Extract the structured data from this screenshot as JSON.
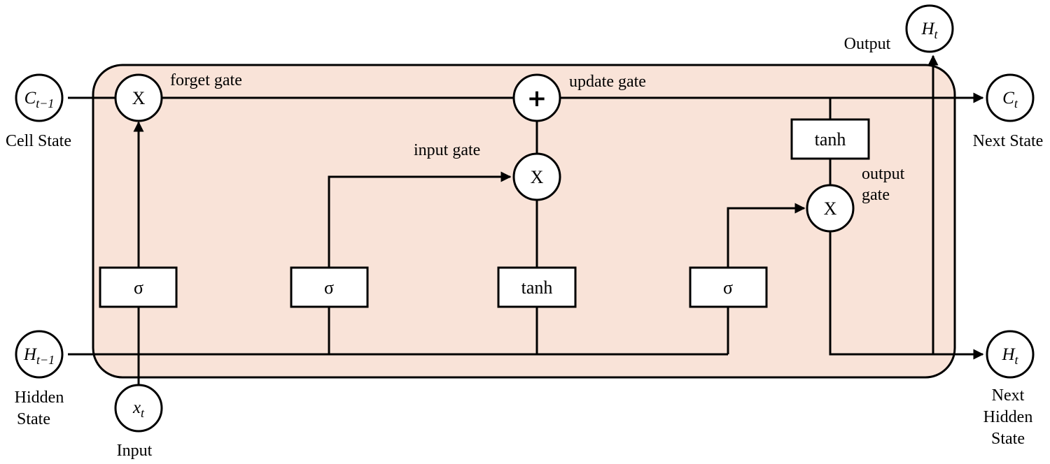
{
  "colors": {
    "cell_fill": "#f9e3d8",
    "stroke": "#000000",
    "node_fill": "#ffffff"
  },
  "operators": {
    "multiply": "X",
    "add": "+"
  },
  "gates": {
    "forget": "forget gate",
    "update": "update gate",
    "input": "input gate",
    "output_line1": "output",
    "output_line2": "gate"
  },
  "activations": {
    "forget": "σ",
    "input": "σ",
    "candidate": "tanh",
    "output": "σ",
    "cell_output": "tanh"
  },
  "nodes": {
    "c_prev": {
      "base": "C",
      "sub": "t−1"
    },
    "c_next": {
      "base": "C",
      "sub": "t"
    },
    "h_prev": {
      "base": "H",
      "sub": "t−1"
    },
    "h_next": {
      "base": "H",
      "sub": "t"
    },
    "h_out": {
      "base": "H",
      "sub": "t"
    },
    "x_in": {
      "base": "x",
      "sub": "t"
    }
  },
  "labels": {
    "cell_state": "Cell State",
    "next_state": "Next State",
    "hidden_line1": "Hidden",
    "hidden_line2": "State",
    "next_hidden_line1": "Next",
    "next_hidden_line2": "Hidden",
    "next_hidden_line3": "State",
    "input": "Input",
    "output": "Output"
  }
}
